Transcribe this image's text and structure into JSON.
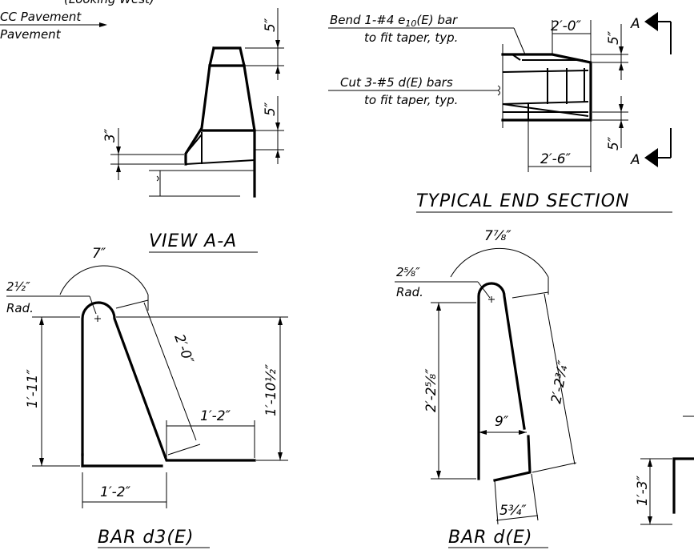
{
  "top_left_labels": {
    "looking_west": "(Looking West)",
    "cc_pavement": "CC Pavement",
    "pavement": "Pavement"
  },
  "view_aa": {
    "dim_top": "5″",
    "dim_mid": "5″",
    "dim_left": "3″",
    "title": "VIEW A-A"
  },
  "end_section": {
    "note_bend_line1": "Bend 1-#4 e",
    "note_bend_sub": "10",
    "note_bend_line1b": "(E) bar",
    "note_bend_line2": "to fit taper, typ.",
    "note_cut_line1": "Cut 3-#5 d(E) bars",
    "note_cut_line2": "to fit taper, typ.",
    "dim_top": "2′-0″",
    "dim_bottom": "2′-6″",
    "dim_right_top": "5″",
    "dim_right_bottom": "5″",
    "section_mark": "A",
    "title": "TYPICAL END SECTION"
  },
  "bar_d3": {
    "arc_dim": "7″",
    "radius": "2½″",
    "radius_label": "Rad.",
    "dim_left": "1′-11″",
    "dim_diag": "2′-0″",
    "dim_right": "1′-10½″",
    "dim_foot": "1′-2″",
    "dim_base": "1′-2″",
    "title": "BAR d3(E)"
  },
  "bar_d": {
    "arc_dim": "7⅞″",
    "radius": "2⅝″",
    "radius_label": "Rad.",
    "dim_left": "2′-2⅝″",
    "dim_right": "2′-2¾″",
    "dim_inner": "9″",
    "dim_hook": "5¾″",
    "title": "BAR d(E)"
  },
  "partial_bar": {
    "dim_left": "1′-3″"
  }
}
